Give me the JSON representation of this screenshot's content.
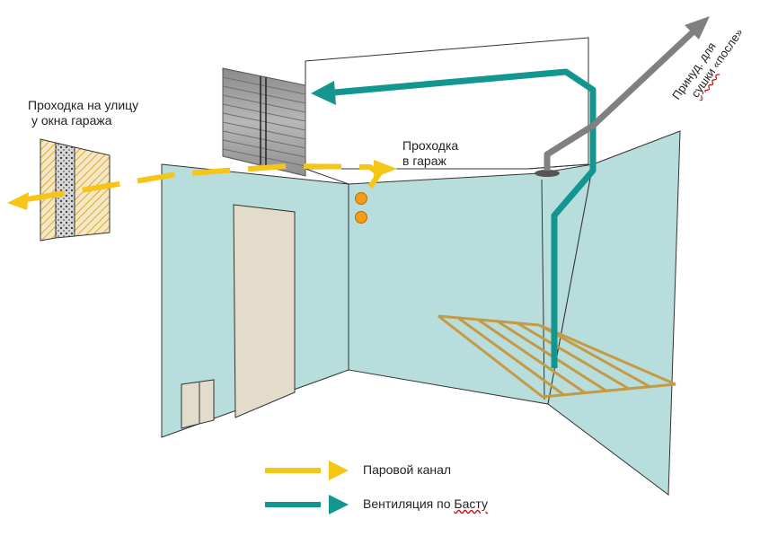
{
  "labels": {
    "street_passage_line1": "Проходка  на улицу",
    "street_passage_line2": "у окна гаража",
    "garage_passage_line1": "Проходка",
    "garage_passage_line2": "в гараж",
    "forced_line1": "Принуд. для",
    "forced_line2_a": "сушки",
    "forced_line2_b": " «после»"
  },
  "legend": {
    "steam_label": "Паровой канал",
    "vent_label_main": "Вентиляция по ",
    "vent_label_underlined": "Басту"
  },
  "colors": {
    "steam": "#f5c518",
    "vent": "#13968f",
    "forced": "#808080",
    "wall": "#b7dedd",
    "door": "#e3dccb",
    "rack": "#c49a45",
    "orange_dot": "#f39c1a"
  }
}
